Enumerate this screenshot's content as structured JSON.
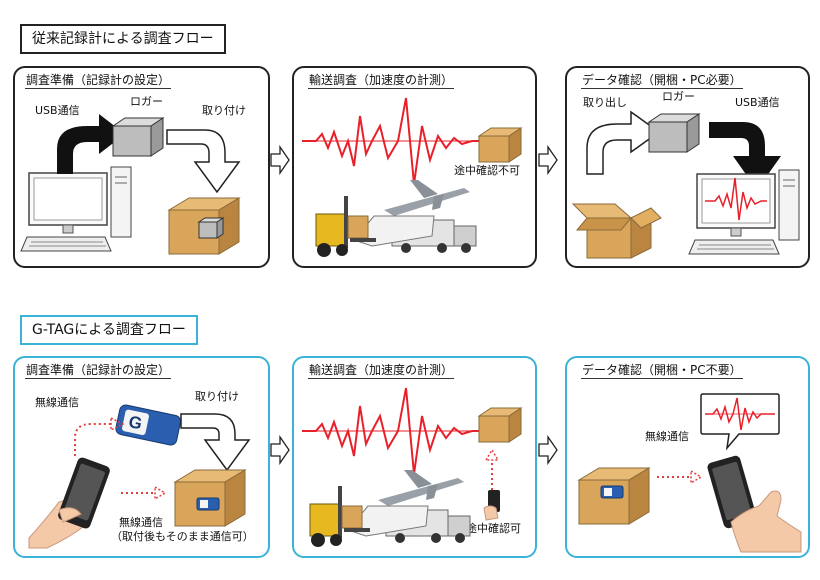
{
  "conventional": {
    "title": "従来記録計による調査フロー",
    "prep": {
      "title": "調査準備（記録計の設定）",
      "usb_label": "USB通信",
      "logger_label": "ロガー",
      "attach_label": "取り付け"
    },
    "transport": {
      "title": "輸送調査（加速度の計測）",
      "note": "途中確認不可"
    },
    "check": {
      "title": "データ確認（開梱・PC必要）",
      "remove_label": "取り出し",
      "logger_label": "ロガー",
      "usb_label": "USB通信"
    }
  },
  "gtag": {
    "title": "G-TAGによる調査フロー",
    "prep": {
      "title": "調査準備（記録計の設定）",
      "wireless_label": "無線通信",
      "attach_label": "取り付け",
      "wireless_note_line1": "無線通信",
      "wireless_note_line2": "（取付後もそのまま通信可）"
    },
    "transport": {
      "title": "輸送調査（加速度の計測）",
      "note": "途中確認可"
    },
    "check": {
      "title": "データ確認（開梱・PC不要）",
      "wireless_label": "無線通信"
    }
  },
  "colors": {
    "blue_accent": "#3bb3d8",
    "signal_red": "#e8202a",
    "box_brown": "#d9a55a"
  }
}
